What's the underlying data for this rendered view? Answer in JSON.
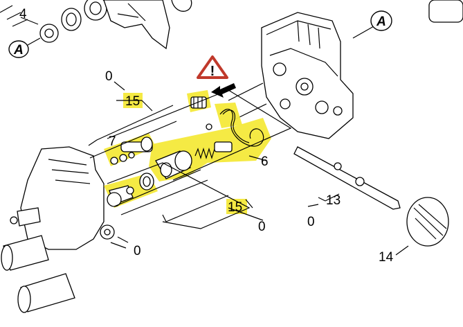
{
  "callouts": [
    {
      "id": "c4",
      "text": "4"
    },
    {
      "id": "cA1",
      "text": "A"
    },
    {
      "id": "cA2",
      "text": "A"
    },
    {
      "id": "c0a",
      "text": "0"
    },
    {
      "id": "c15a",
      "text": "15"
    },
    {
      "id": "c7",
      "text": "7"
    },
    {
      "id": "c6",
      "text": "6"
    },
    {
      "id": "c15b",
      "text": "15"
    },
    {
      "id": "c0b",
      "text": "0"
    },
    {
      "id": "c13",
      "text": "13"
    },
    {
      "id": "c0c",
      "text": "0"
    },
    {
      "id": "c14",
      "text": "14"
    },
    {
      "id": "c0d",
      "text": "0"
    }
  ],
  "warning_symbol": "!",
  "colors": {
    "highlight": "#f4e93a",
    "warning_triangle": "#c0392b",
    "line": "#000000"
  },
  "icons": [
    "warning-triangle-icon",
    "arrow-left-icon"
  ]
}
